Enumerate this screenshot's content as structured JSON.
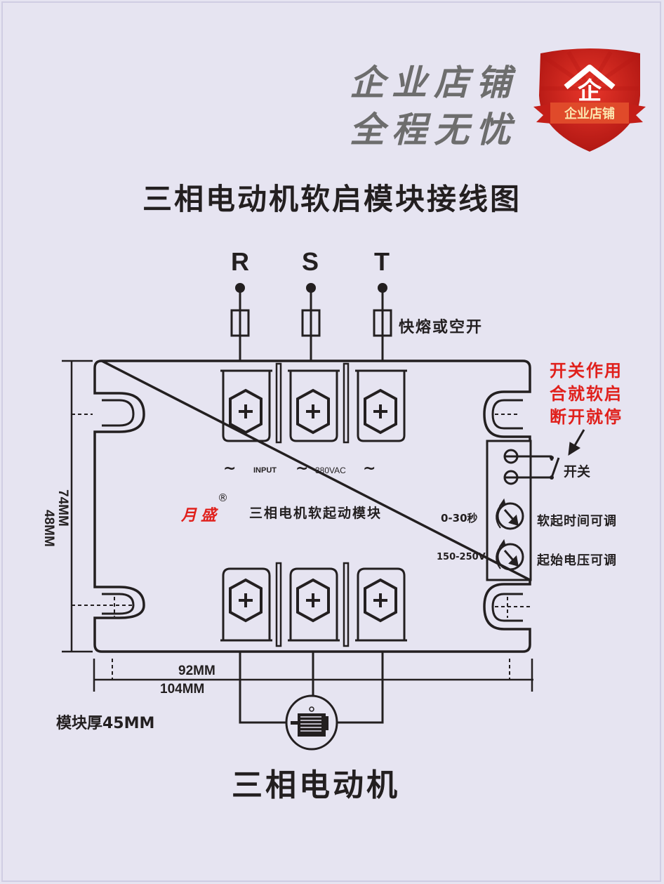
{
  "badge": {
    "slogan_line1": "企业店铺",
    "slogan_line2": "全程无忧",
    "shield_char": "企",
    "ribbon_text": "企业店铺",
    "colors": {
      "shield": "#c8201c",
      "ribbon": "#e04a2a",
      "ribbon_text": "#fbe6b0"
    }
  },
  "title": "三相电动机软启模块接线图",
  "phases": [
    {
      "label": "R"
    },
    {
      "label": "S"
    },
    {
      "label": "T"
    }
  ],
  "fuse_label": "快熔或空开",
  "switch_note": {
    "line1": "开关作用",
    "line2": "合就软启",
    "line3": "断开就停",
    "color": "#e0201c"
  },
  "switch_label": "开关",
  "input": {
    "tilde": "~",
    "input_label": "INPUT",
    "voltage_label": "380VAC"
  },
  "brand": {
    "name": "月盛",
    "registered": "®",
    "color": "#e0201c"
  },
  "module_name": "三相电机软起动模块",
  "knobs": [
    {
      "range": "0-30秒",
      "description": "软起时间可调"
    },
    {
      "range": "150-250V",
      "description": "起始电压可调"
    }
  ],
  "dimensions": {
    "height_inner": "48MM",
    "height_outer": "74MM",
    "width_inner": "92MM",
    "width_outer": "104MM",
    "thickness": "模块厚45MM"
  },
  "motor_label": "三相电动机"
}
